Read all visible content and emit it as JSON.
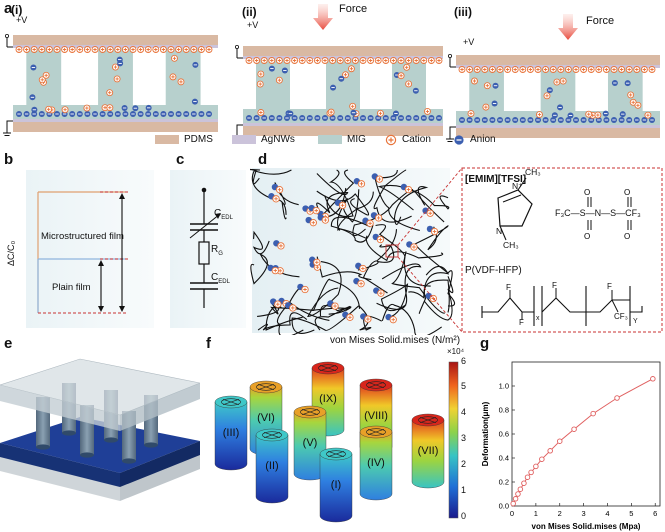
{
  "panels": {
    "a": {
      "letter": "a",
      "sub": [
        {
          "label": "(i)",
          "voltage": "+V",
          "force": ""
        },
        {
          "label": "(ii)",
          "voltage": "+V",
          "force": "Force"
        },
        {
          "label": "(iii)",
          "voltage": "+V",
          "force": "Force"
        }
      ],
      "legend": [
        "PDMS",
        "AgNWs",
        "MIG",
        "Cation",
        "Anion"
      ]
    },
    "b": {
      "letter": "b",
      "ylabel": "ΔC/C₀",
      "label_micro": "Microstructured film",
      "label_plain": "Plain film"
    },
    "c": {
      "letter": "c",
      "labels": [
        "C",
        "EDL",
        "R",
        "G",
        "C",
        "EDL"
      ]
    },
    "d": {
      "letter": "d",
      "ionic_liquid": "[EMIM][TFSI]",
      "ch3": "CH₃",
      "n_plus": "N⁺",
      "n": "N",
      "tfsi": "F₃C—S—N—S—CF₃",
      "polymer": "P(VDF-HFP)",
      "x": "x",
      "y": "Y",
      "f": "F",
      "cf3": "CF₃"
    },
    "e": {
      "letter": "e"
    },
    "f": {
      "letter": "f",
      "title": "von Mises Solid.mises (N/m²)",
      "scale_exp": "×10⁴",
      "scale_ticks": [
        "6",
        "5",
        "4",
        "3",
        "2",
        "1",
        "0"
      ],
      "pillars": [
        "(I)",
        "(II)",
        "(III)",
        "(IV)",
        "(V)",
        "(VI)",
        "(VII)",
        "(VIII)",
        "(IX)"
      ]
    },
    "g": {
      "letter": "g"
    }
  },
  "colors": {
    "pdms": "#d9b9a3",
    "agnws": "#cbc3da",
    "mig": "#b7d0cd",
    "cation": "#e8743b",
    "anion": "#3c5fb0",
    "force": "#e84a3d",
    "curve": "#e06060"
  },
  "chart_data": {
    "type": "scatter",
    "xlabel": "von Mises Solid.mises (Mpa)",
    "ylabel": "Deformation(μm)",
    "xlim": [
      0,
      6.2
    ],
    "ylim": [
      0,
      1.2
    ],
    "xticks": [
      "0",
      "1",
      "2",
      "3",
      "4",
      "5",
      "6"
    ],
    "yticks": [
      "0.0",
      "0.2",
      "0.4",
      "0.6",
      "0.8",
      "1.0"
    ],
    "series": [
      {
        "x": [
          0.05,
          0.15,
          0.25,
          0.35,
          0.5,
          0.65,
          0.8,
          1.0,
          1.25,
          1.6,
          2.0,
          2.6,
          3.4,
          4.4,
          5.9
        ],
        "y": [
          0.02,
          0.06,
          0.1,
          0.14,
          0.19,
          0.24,
          0.28,
          0.33,
          0.39,
          0.46,
          0.54,
          0.64,
          0.77,
          0.9,
          1.06
        ]
      }
    ]
  }
}
